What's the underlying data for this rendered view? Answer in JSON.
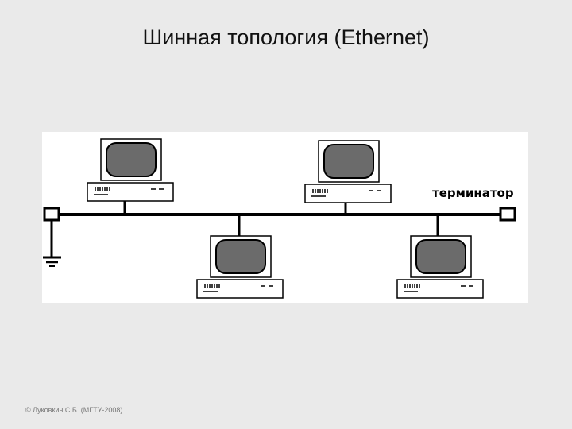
{
  "slide": {
    "title": "Шинная топология (Ethernet)",
    "footer": "© Луковкин С.Б. (МГТУ-2008)"
  },
  "diagram": {
    "terminator_label": "терминатор",
    "computers": [
      {
        "name": "computer-top-1",
        "row": "top"
      },
      {
        "name": "computer-top-2",
        "row": "top"
      },
      {
        "name": "computer-bottom-1",
        "row": "bottom"
      },
      {
        "name": "computer-bottom-2",
        "row": "bottom"
      }
    ],
    "colors": {
      "screen": "#6b6b6b",
      "outline": "#000000",
      "panel": "#ffffff",
      "background": "#eaeaea"
    }
  }
}
